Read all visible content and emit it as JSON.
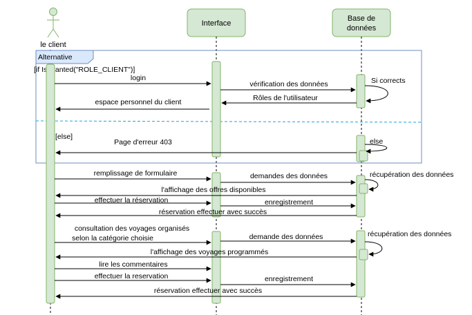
{
  "colors": {
    "lifeline_fill": "#d5e8d4",
    "lifeline_stroke": "#82b366",
    "frame_stroke": "#6c8ebf",
    "frame_tab_fill": "#dae8fc",
    "divider": "#1ba1e2",
    "line": "#000000"
  },
  "participants": {
    "client": "le client",
    "interface": "Interface",
    "db_line1": "Base de",
    "db_line2": "données"
  },
  "frame": {
    "title": "Alternative",
    "guard_if": "[if IsGranted(\"ROLE_CLIENT\")]",
    "guard_else": "[else]"
  },
  "messages": {
    "m1": "login",
    "m2": "vérification des données",
    "m3": "Si corrects",
    "m4": "Rôles de l'utilisateur",
    "m5": "espace personnel du client",
    "m6": "else",
    "m7": "Page d'erreur 403",
    "m8": "remplissage de formulaire",
    "m9": "demandes des données",
    "m10": "récupération des données",
    "m11": "l'affichage des offres disponibles",
    "m12": "effectuer la réservation",
    "m13": "enregistrement",
    "m14": "réservation effectuer avec succès",
    "m15a": "consultation des voyages organisés",
    "m15b": "selon la catégorie choisie",
    "m16": "demande des données",
    "m17": "récupération des données",
    "m18": "l'affichage des voyages programmés",
    "m19": "lire les commentaires",
    "m20": "effectuer la reservation",
    "m21": "enregistrement",
    "m22": "réservation effectuer avec succès"
  }
}
